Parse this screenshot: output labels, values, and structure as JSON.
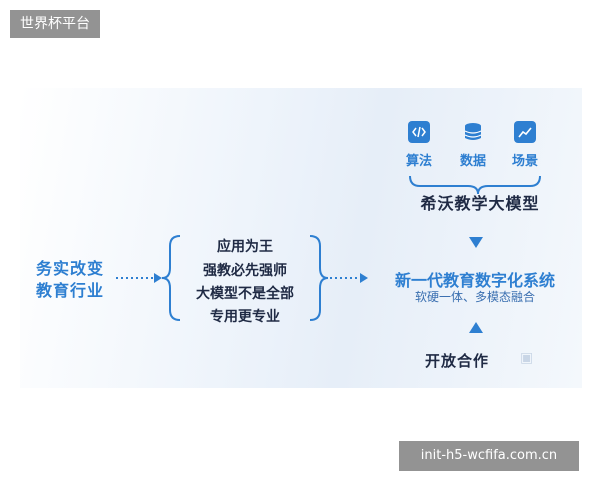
{
  "watermark_top": "世界杯平台",
  "watermark_bottom": "init-h5-wcfifa.com.cn",
  "left": {
    "line1": "务实改变",
    "line2": "教育行业"
  },
  "center": {
    "items": [
      "应用为王",
      "强教必先强师",
      "大模型不是全部",
      "专用更专业"
    ]
  },
  "right": {
    "icons": [
      {
        "icon": "code-icon",
        "label": "算法"
      },
      {
        "icon": "database-icon",
        "label": "数据"
      },
      {
        "icon": "chart-icon",
        "label": "场景"
      }
    ],
    "model": "希沃教学大模型",
    "system": "新一代教育数字化系统",
    "system_sub": "软硬一体、多模态融合",
    "cooperation": "开放合作"
  },
  "colors": {
    "accent": "#2e7fd1",
    "dark": "#1f2a44"
  }
}
